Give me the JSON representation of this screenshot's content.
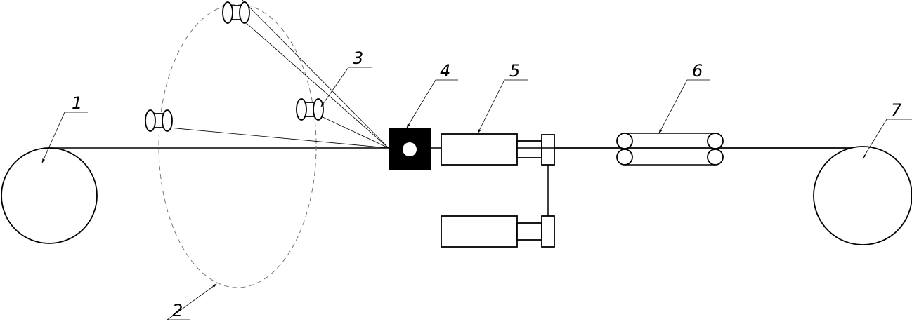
{
  "diagram": {
    "type": "process schematic",
    "labels": [
      "1",
      "2",
      "3",
      "4",
      "5",
      "6",
      "7"
    ],
    "colors": {
      "line": "#000000",
      "background": "#ffffff",
      "dashed": "#777777"
    }
  }
}
